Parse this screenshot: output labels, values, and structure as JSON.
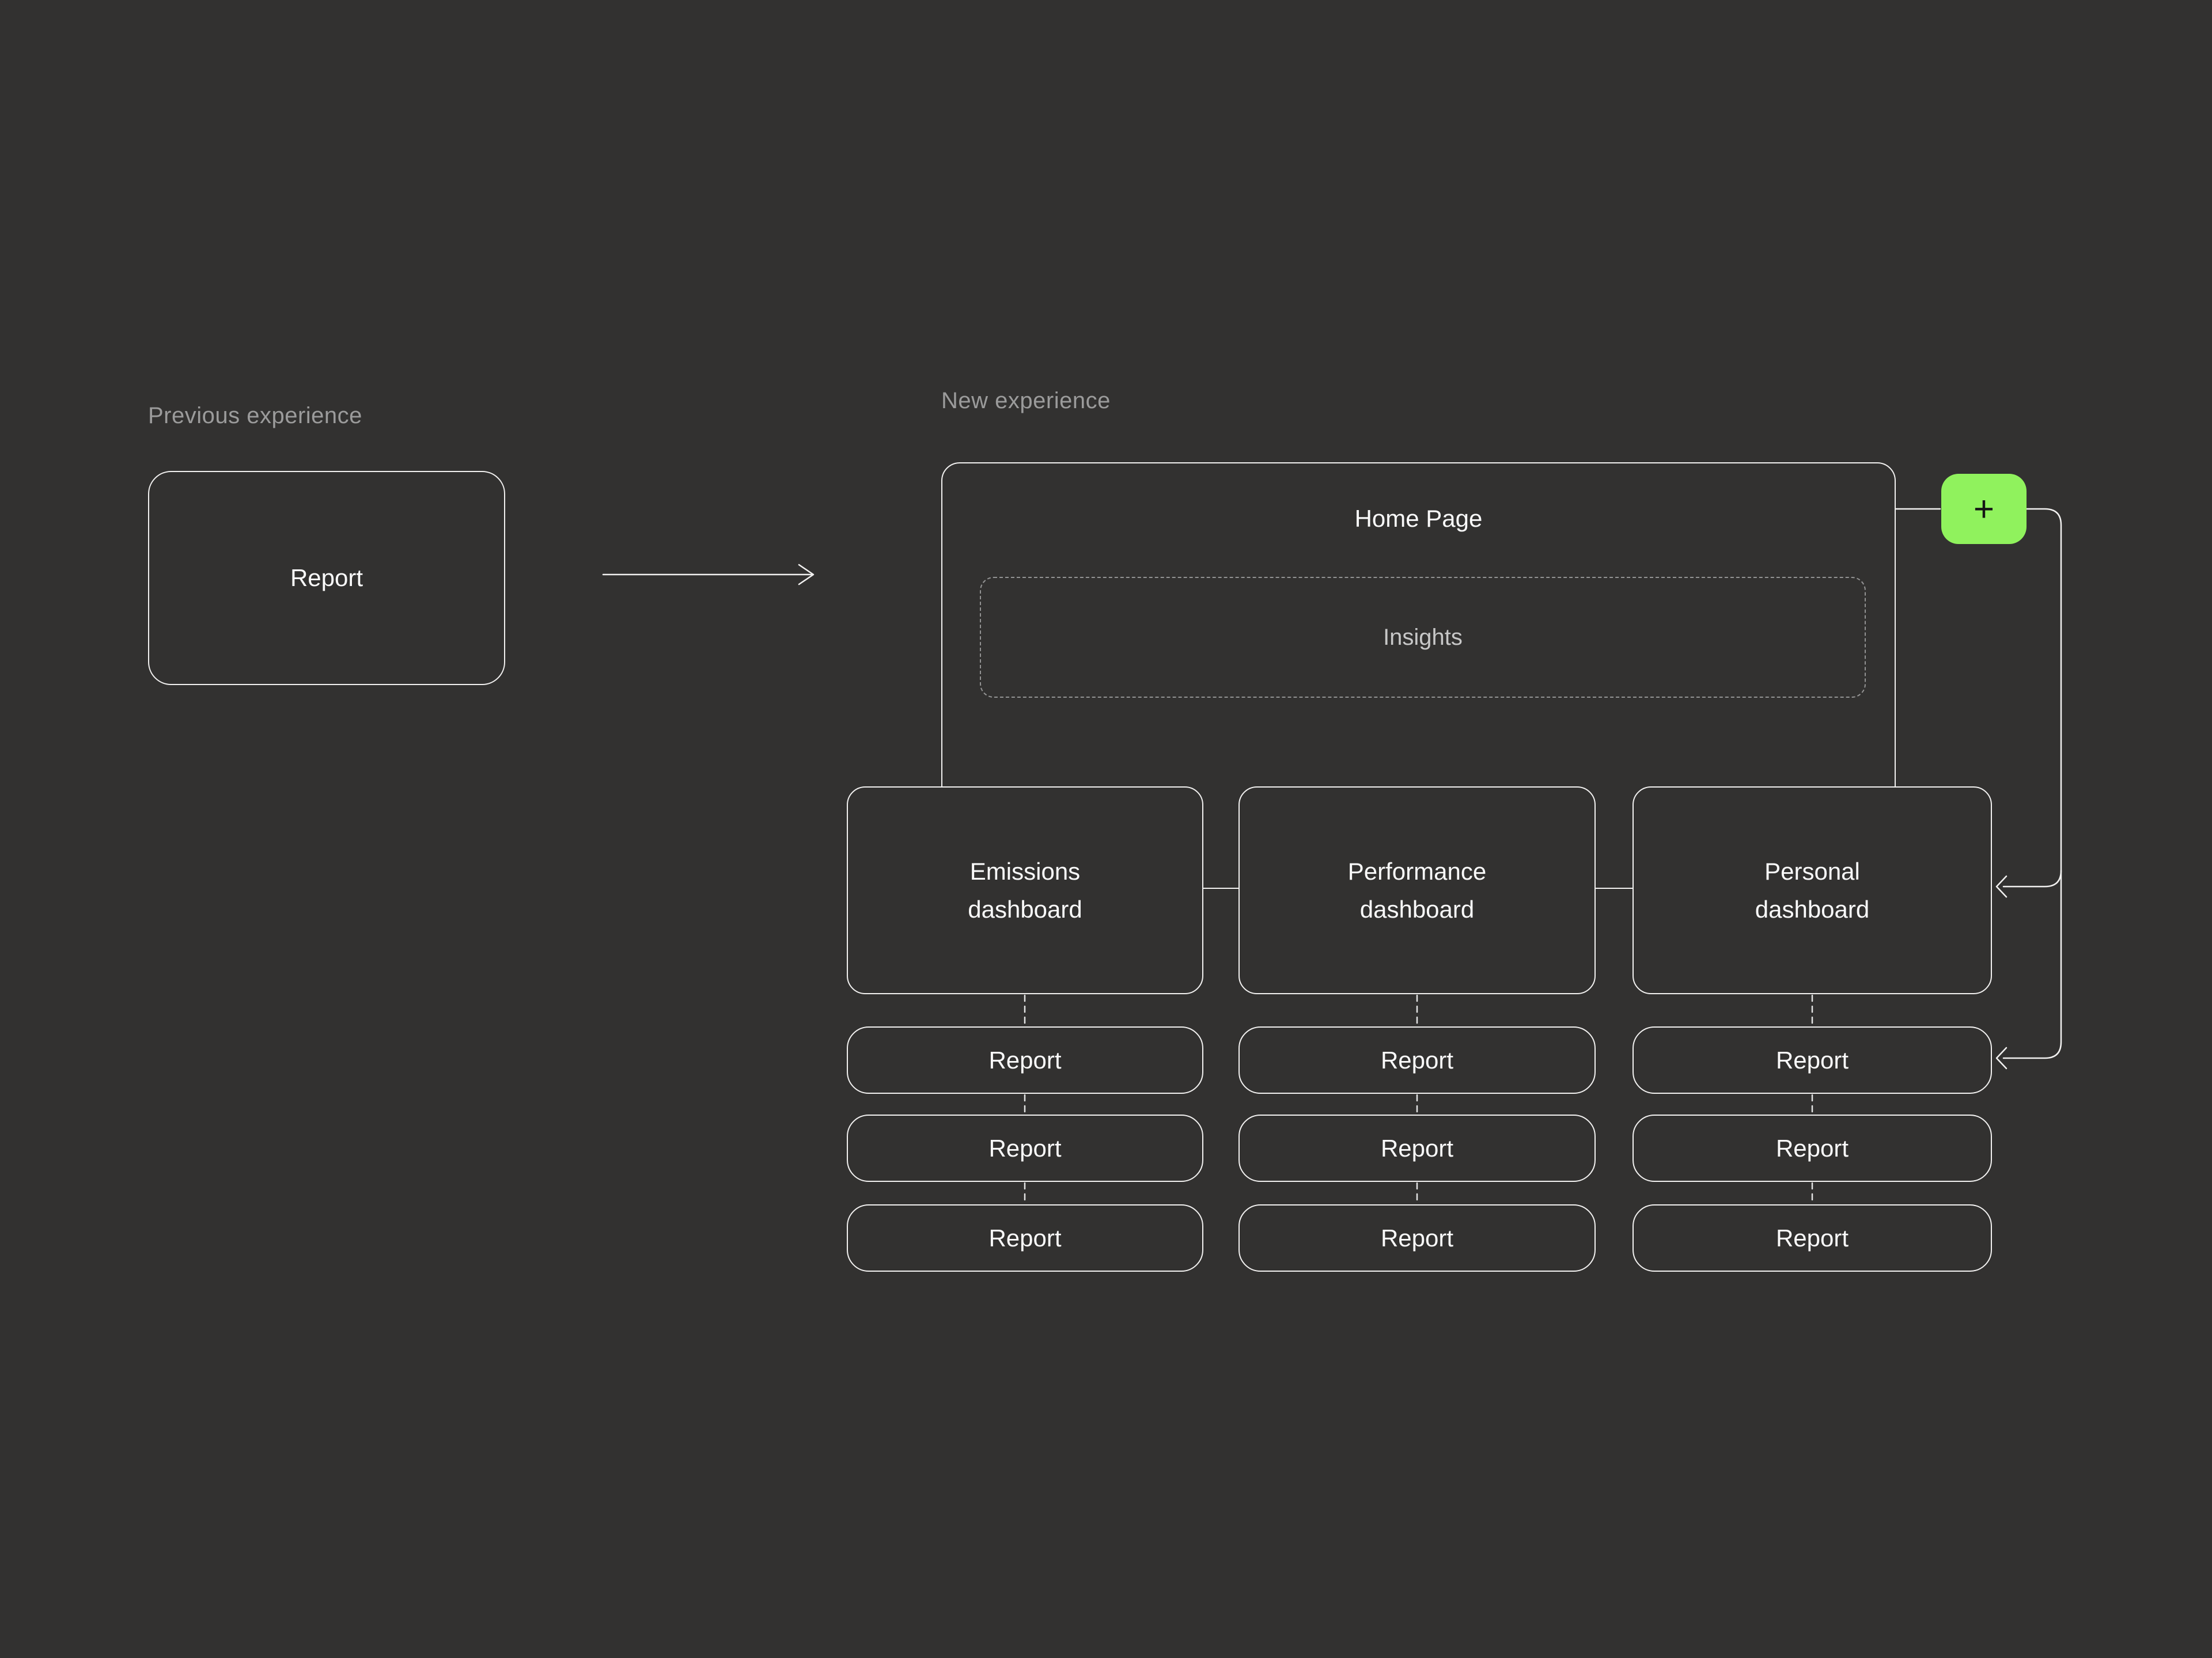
{
  "previous": {
    "label": "Previous experience",
    "report_label": "Report"
  },
  "next": {
    "label": "New experience",
    "home": {
      "title": "Home Page",
      "insights_label": "Insights"
    },
    "add_button_label": "+",
    "dashboards": [
      {
        "label": "Emissions dashboard",
        "reports": [
          "Report",
          "Report",
          "Report"
        ]
      },
      {
        "label": "Performance dashboard",
        "reports": [
          "Report",
          "Report",
          "Report"
        ]
      },
      {
        "label": "Personal dashboard",
        "reports": [
          "Report",
          "Report",
          "Report"
        ]
      }
    ]
  },
  "colors": {
    "background": "#323130",
    "line": "#f2f1f0",
    "accent_green": "#90f25d",
    "muted_label": "#9b9b9b",
    "insights_text": "#c7c7c7"
  }
}
